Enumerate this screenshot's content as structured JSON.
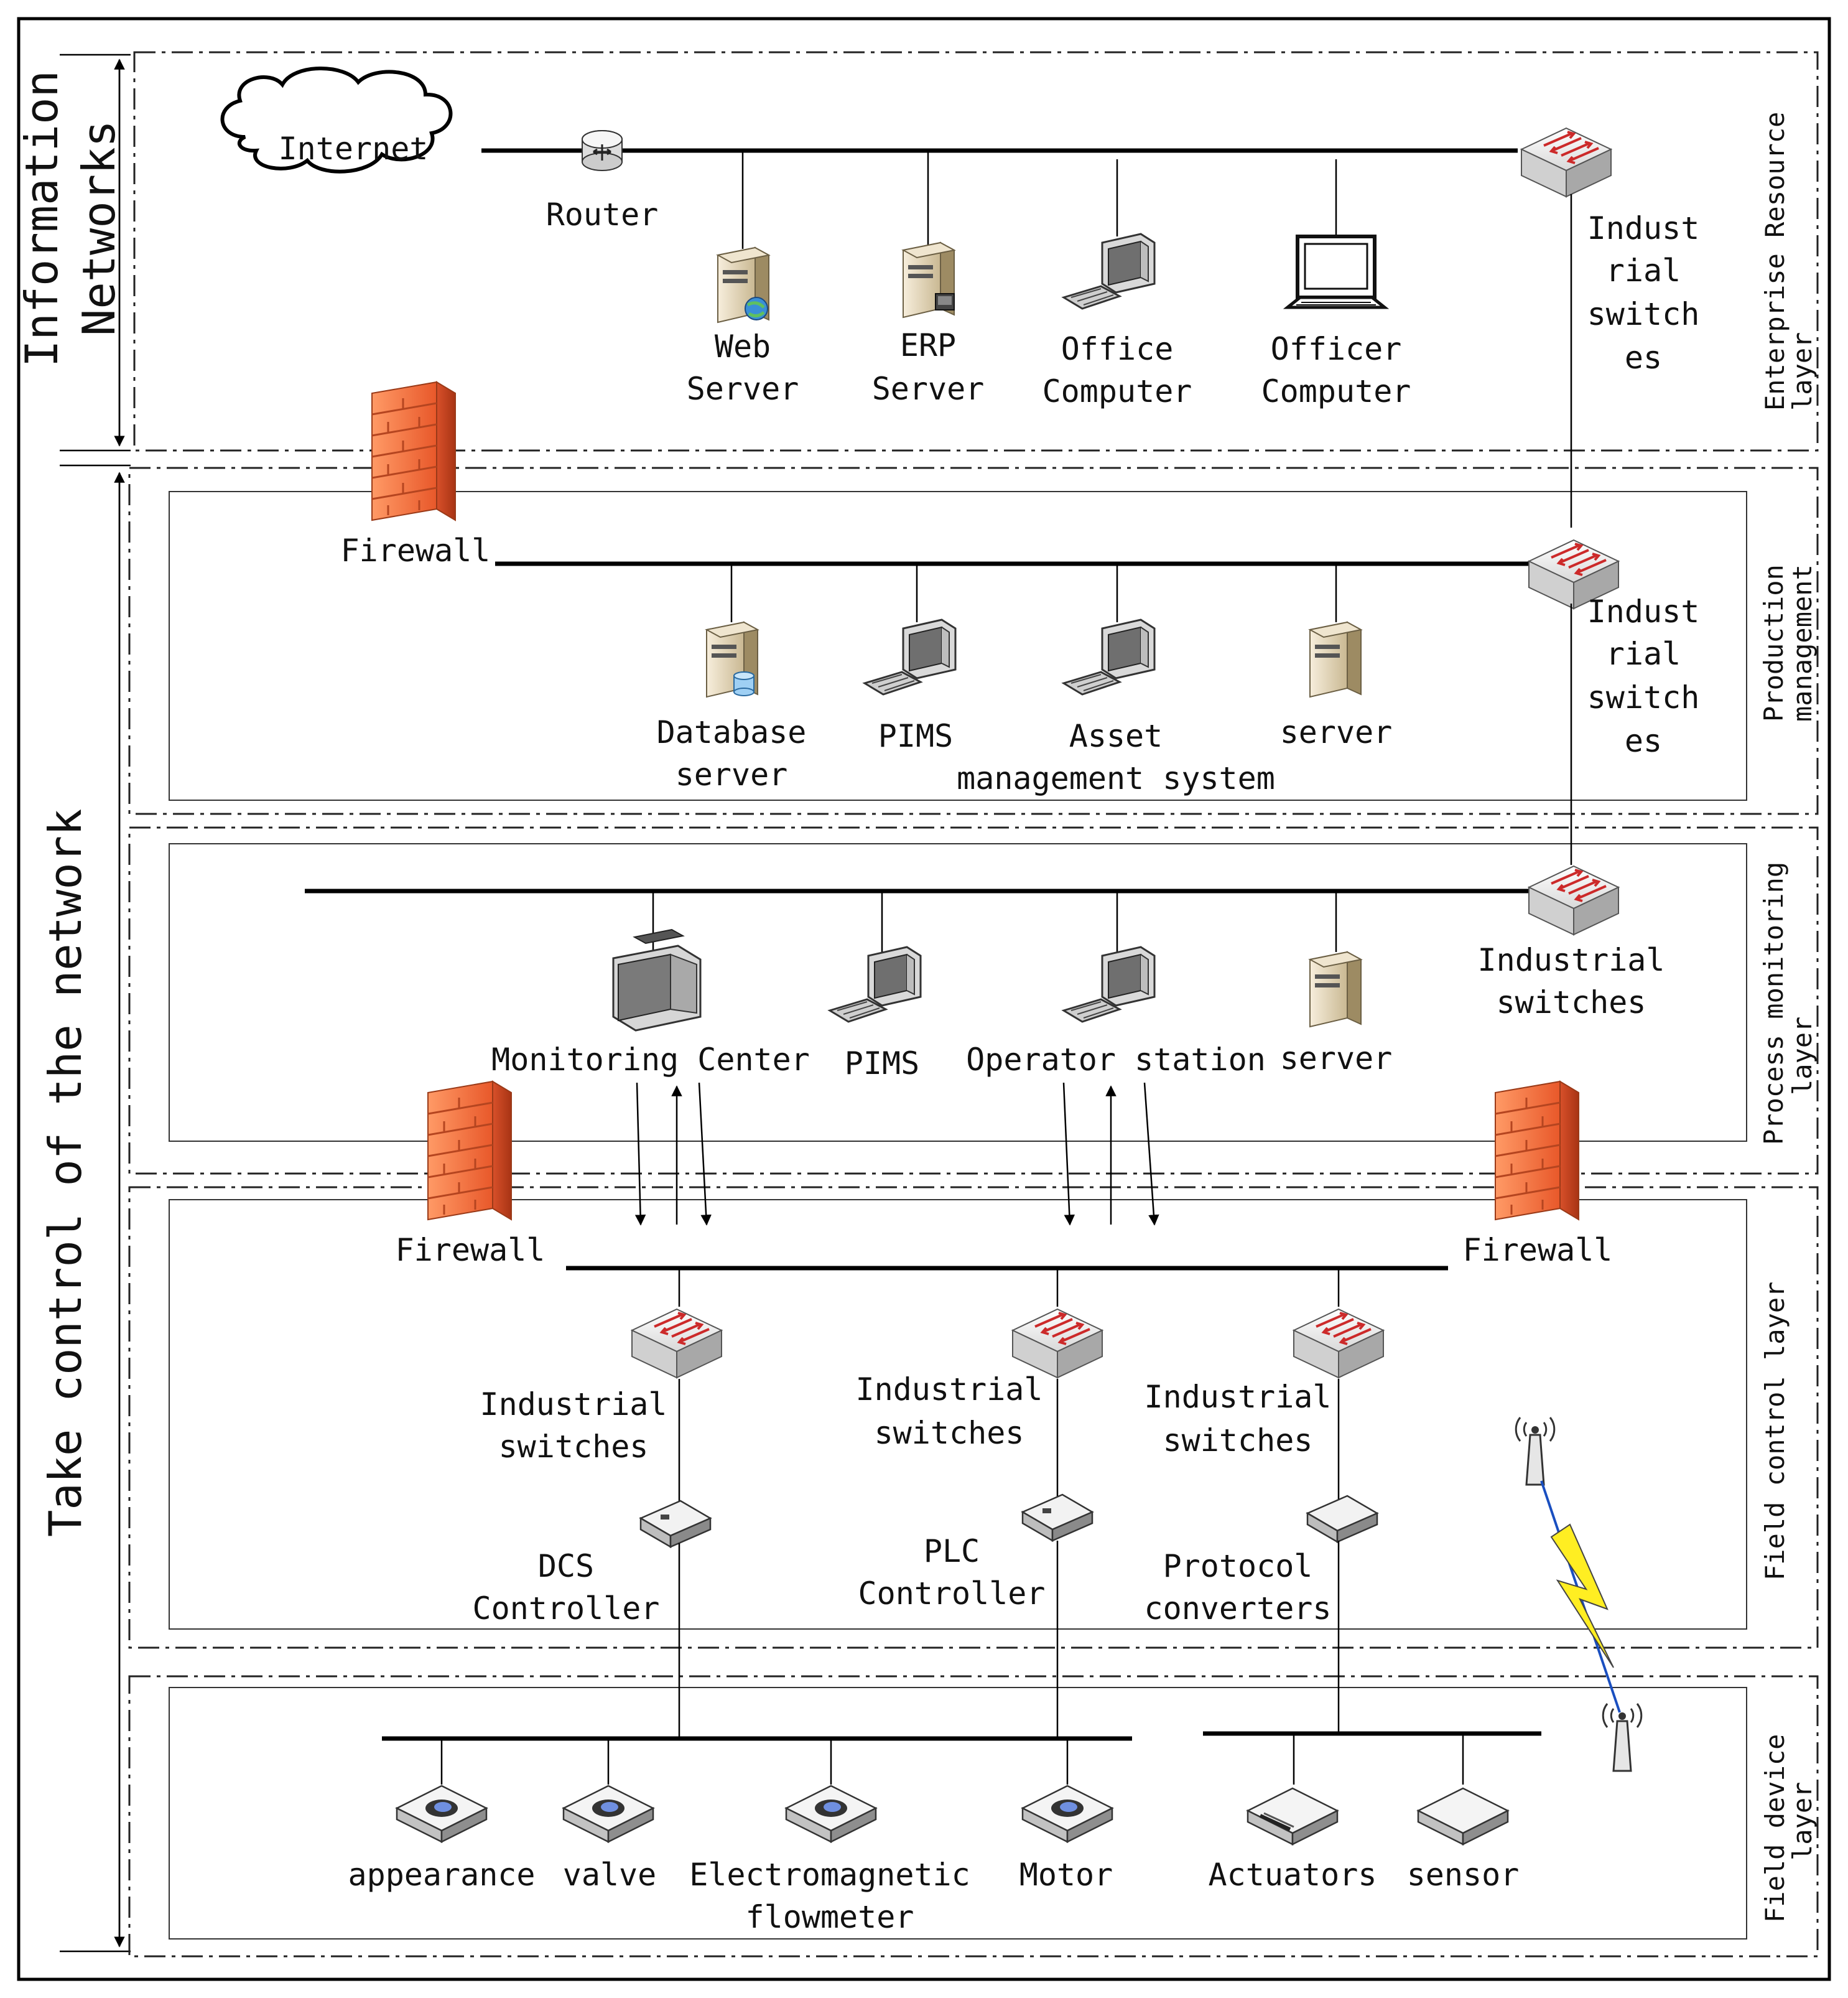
{
  "brackets": {
    "info": "Information Networks",
    "control": "Take control of the network"
  },
  "layers": {
    "enterprise": "Enterprise Resource layer",
    "production": "Production management",
    "process": "Process monitoring layer",
    "field_control": "Field control layer",
    "field_device": "Field device layer"
  },
  "enterprise": {
    "internet": "Internet",
    "router": "Router",
    "web_server": [
      "Web",
      "Server"
    ],
    "erp_server": [
      "ERP",
      "Server"
    ],
    "office_computer": [
      "Office",
      "Computer"
    ],
    "officer_computer": [
      "Officer",
      "Computer"
    ],
    "switch": [
      "Indust",
      "rial",
      "switch",
      "es"
    ]
  },
  "production": {
    "firewall": "Firewall",
    "database_server": [
      "Database",
      "server"
    ],
    "pims": "PIMS",
    "asset": [
      "Asset",
      "management system"
    ],
    "server": "server",
    "switch": [
      "Indust",
      "rial",
      "switch",
      "es"
    ]
  },
  "process": {
    "monitoring_center": "Monitoring Center",
    "pims": "PIMS",
    "operator_station": "Operator station",
    "server": "server",
    "switch": [
      "Industrial",
      "switches"
    ]
  },
  "field_control": {
    "firewall_left": "Firewall",
    "firewall_right": "Firewall",
    "switch1": [
      "Industrial",
      "switches"
    ],
    "switch2": [
      "Industrial",
      "switches"
    ],
    "switch3": [
      "Industrial",
      "switches"
    ],
    "dcs": [
      "DCS",
      "Controller"
    ],
    "plc": [
      "PLC",
      "Controller"
    ],
    "protocol": [
      "Protocol",
      "converters"
    ]
  },
  "field_device": {
    "appearance": "appearance",
    "valve": "valve",
    "flowmeter": [
      "Electromagnetic",
      "flowmeter"
    ],
    "motor": "Motor",
    "actuators": "Actuators",
    "sensor": "sensor"
  },
  "colors": {
    "firewall": "#f07040",
    "switch_arrows": "#cc2a2a",
    "lightning": "#ffee22",
    "wireless_link": "#1a4fc0"
  }
}
